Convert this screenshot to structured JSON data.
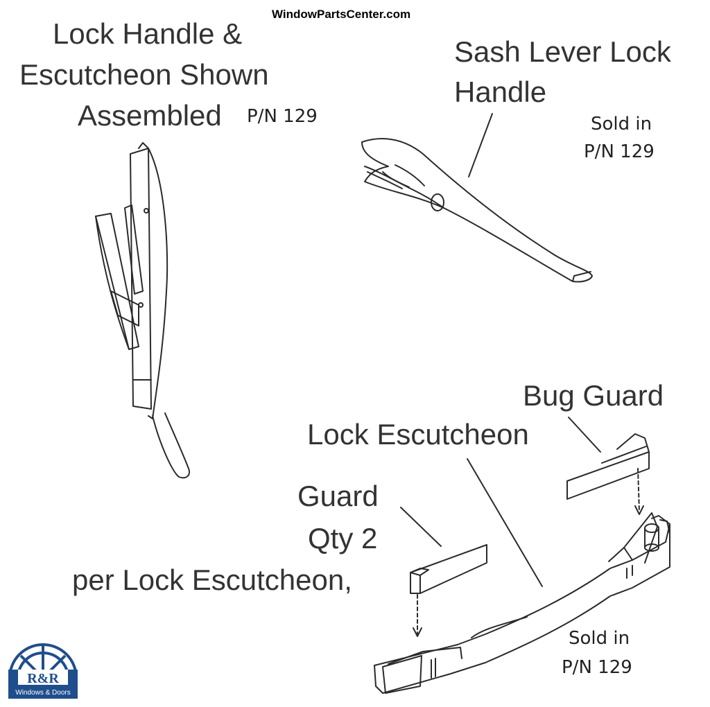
{
  "header": {
    "site": "WindowPartsCenter.com"
  },
  "callouts": {
    "assembled_l1": "Lock Handle &",
    "assembled_l2": "Escutcheon Shown",
    "assembled_l3": "Assembled",
    "assembled_pn": "P/N 129",
    "handle_l1": "Sash Lever Lock",
    "handle_l2": "Handle",
    "handle_sold_l1": "Sold in",
    "handle_sold_l2": "P/N 129",
    "bug_guard": "Bug Guard",
    "lock_escutcheon": "Lock Escutcheon",
    "guard_l1": "Guard",
    "guard_l2": "Qty 2",
    "guard_l3": "per Lock Escutcheon,",
    "esc_sold_l1": "Sold in",
    "esc_sold_l2": "P/N 129"
  },
  "logo": {
    "brand": "R&R",
    "tagline": "Windows & Doors",
    "color": "#1f4e8c"
  }
}
